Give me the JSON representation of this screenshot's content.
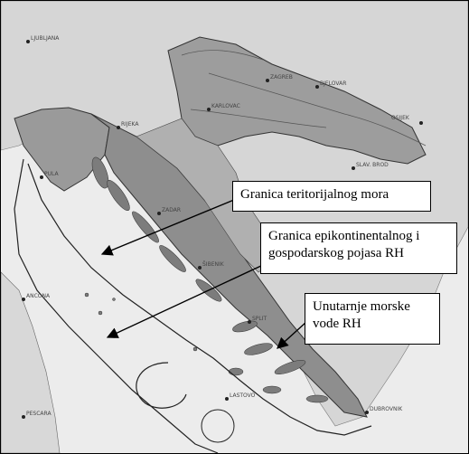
{
  "map": {
    "labels": {
      "territorial_sea": "Granica teritorijalnog mora",
      "epicontinental_line1": "Granica epikontinentalnog i",
      "epicontinental_line2": "gospodarskog pojasa RH",
      "inner_waters_line1": "Unutarnje morske",
      "inner_waters_line2": "vode RH"
    },
    "cities": {
      "zagreb": "ZAGREB",
      "bjelovar": "BJELOVAR",
      "osijek": "OSIJEK",
      "karlovac": "KARLOVAC",
      "rijeka": "RIJEKA",
      "pula": "PULA",
      "split": "SPLIT",
      "dubrovnik": "DUBROVNIK",
      "ljubljana": "LJUBLJANA",
      "ancona": "ANCONA",
      "pescara": "PESCARA",
      "slavonski_brod": "SLAV. BROD",
      "zadar": "ZADAR",
      "sibenik": "ŠIBENIK",
      "lastovo": "LASTOVO"
    },
    "colors": {
      "croatia_land": "#9e9e9e",
      "neighbour_land": "#dcdcdc",
      "sea": "#eeeeee",
      "border_line": "#222222"
    }
  }
}
